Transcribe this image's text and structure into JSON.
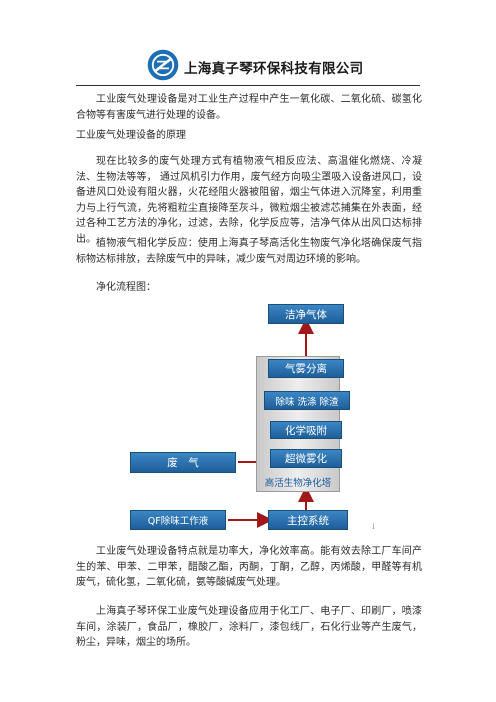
{
  "header": {
    "company_name": "上海真子琴环保科技有限公司"
  },
  "content": {
    "intro": "工业废气处理设备是对工业生产过程中产生一氧化碳、二氧化硫、碳氢化合物等有害废气进行处理的设备。",
    "principle_heading": "工业废气处理设备的原理",
    "principle": "现在比较多的废气处理方式有植物液气相反应法、高温催化燃烧、冷凝法、生物法等等， 通过风机引力作用，废气经方向吸尘罩吸入设备进风口，设备进风口处设有阻火器，火花经阻火器被阻留，烟尘气体进入沉降室，利用重力与上行气流，先将粗粒尘直接降至灰斗，微粒烟尘被滤芯捕集在外表面，经过各种工艺方法的净化，过滤，去除，化学反应等，洁净气体从出风口达标排出。",
    "plant_liquid": "植物液气相化学反应：使用上海真子琴高活化生物废气净化塔确保废气指标物达标排放，去除废气中的异味，减少废气对周边环境的影响。",
    "flow_heading": "净化流程图：",
    "features": "工业废气处理设备特点就是功率大，净化效率高。能有效去除工厂车间产生的苯、甲苯、二甲苯，醋酸乙酯，丙酮，丁酮，乙醇，丙烯酸，甲醛等有机废气，硫化氢，二氧化硫，氨等酸碱废气处理。",
    "applications": "上海真子琴环保工业废气处理设备应用于化工厂、电子厂、印刷厂，喷漆车间，涂装厂，食品厂，橡胶厂，涂料厂，漆包线厂，石化行业等产生废气，粉尘，异味，烟尘的场所。"
  },
  "flowchart": {
    "clean_gas": "洁净气体",
    "mist_separation": "气雾分离",
    "deodor_wash": "除味 洗涤 除渣",
    "chem_adsorb": "化学吸附",
    "ultrafine_atomize": "超微雾化",
    "tower_label": "高活生物净化塔",
    "waste_gas": "废　气",
    "qf_liquid": "QF除味工作液",
    "control_system": "主控系统",
    "mark": "↓"
  },
  "colors": {
    "box_blue": "#2a72b0",
    "arrow_red": "#a01818",
    "tower_text": "#1f5fa0"
  }
}
